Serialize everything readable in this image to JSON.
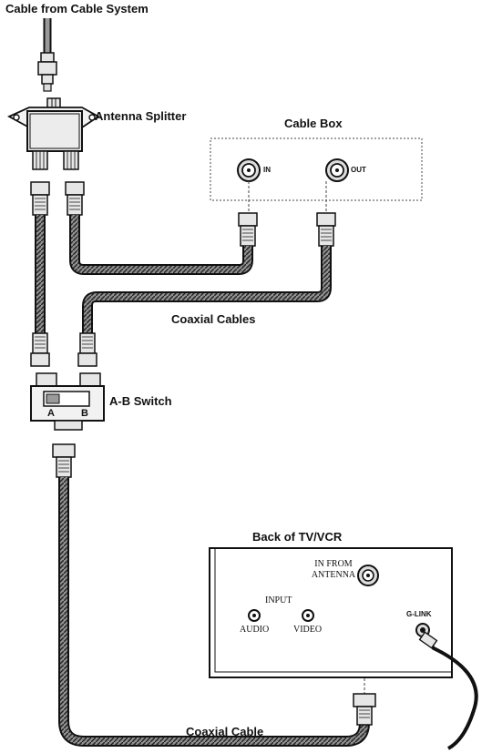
{
  "labels": {
    "cable_source": "Cable from Cable System",
    "splitter": "Antenna Splitter",
    "cable_box": "Cable Box",
    "box_in": "IN",
    "box_out": "OUT",
    "coaxial_cables": "Coaxial Cables",
    "ab_switch": "A-B Switch",
    "switch_a": "A",
    "switch_b": "B",
    "back_of_tv": "Back of TV/VCR",
    "in_from": "IN FROM",
    "antenna": "ANTENNA",
    "input": "INPUT",
    "audio": "AUDIO",
    "video": "VIDEO",
    "glink": "G-LINK",
    "coaxial_cable": "Coaxial Cable"
  },
  "colors": {
    "line": "#111111",
    "cable_fill": "#9a9a9a",
    "connector_fill": "#e6e6e6"
  }
}
